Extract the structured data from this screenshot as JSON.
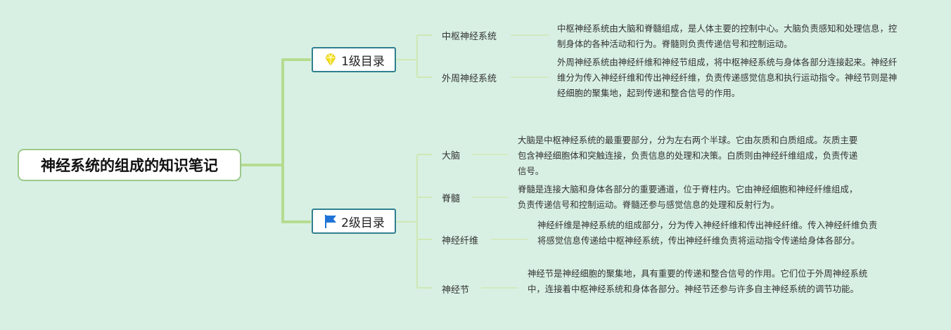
{
  "root": {
    "title": "神经系统的组成的知识笔记"
  },
  "branches": [
    {
      "label": "1级目录",
      "icon": "diamond-icon",
      "topics": [
        {
          "label": "中枢神经系统",
          "note": "中枢神经系统由大脑和脊髓组成，是人体主要的控制中心。大脑负责感知和处理信息，控制身体的各种活动和行为。脊髓则负责传递信号和控制运动。"
        },
        {
          "label": "外周神经系统",
          "note": "外周神经系统由神经纤维和神经节组成，将中枢神经系统与身体各部分连接起来。神经纤维分为传入神经纤维和传出神经纤维，负责传递感觉信息和执行运动指令。神经节则是神经细胞的聚集地，起到传递和整合信号的作用。"
        }
      ]
    },
    {
      "label": "2级目录",
      "icon": "flag-icon",
      "topics": [
        {
          "label": "大脑",
          "note": "大脑是中枢神经系统的最重要部分，分为左右两个半球。它由灰质和白质组成。灰质主要包含神经细胞体和突触连接，负责信息的处理和决策。白质则由神经纤维组成，负责传递信号。"
        },
        {
          "label": "脊髓",
          "note": "脊髓是连接大脑和身体各部分的重要通道，位于脊柱内。它由神经细胞和神经纤维组成，负责传递信号和控制运动。脊髓还参与感觉信息的处理和反射行为。"
        },
        {
          "label": "神经纤维",
          "note": "神经纤维是神经系统的组成部分，分为传入神经纤维和传出神经纤维。传入神经纤维负责将感觉信息传递给中枢神经系统，传出神经纤维负责将运动指令传递给身体各部分。"
        },
        {
          "label": "神经节",
          "note": "神经节是神经细胞的聚集地，具有重要的传递和整合信号的作用。它们位于外周神经系统中，连接着中枢神经系统和身体各部分。神经节还参与许多自主神经系统的调节功能。"
        }
      ]
    }
  ],
  "colors": {
    "background": "#d8f0e3",
    "main_connector": "#b5dc8f",
    "sub_connector": "#cfe8b4",
    "level1_border": "#2f7f90",
    "root_border": "#9cc98a",
    "diamond": "#f5e21b",
    "flag": "#1f73d6"
  }
}
